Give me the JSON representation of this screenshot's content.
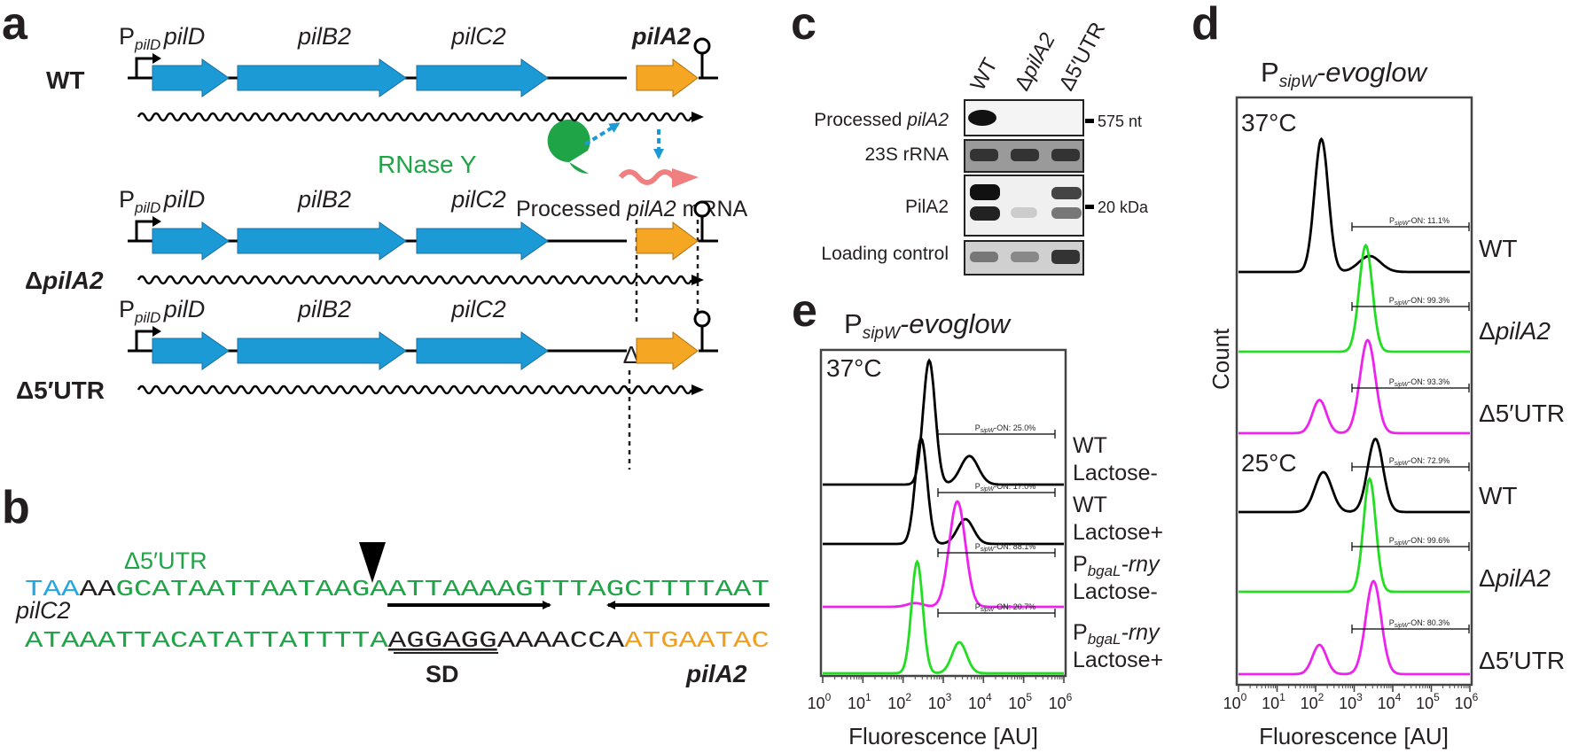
{
  "colors": {
    "gene": "#1b9ad6",
    "pilA2_gene": "#f5a623",
    "green": "#1fa447",
    "cyan": "#25a8e0",
    "orange": "#f0a020",
    "salmon": "#f08080",
    "wt_line": "#000000",
    "dpilA2_line": "#22dd22",
    "d5utr_line": "#ee22ee"
  },
  "panels": {
    "a": "a",
    "b": "b",
    "c": "c",
    "d": "d",
    "e": "e"
  },
  "panel_a": {
    "promoter_main": "P",
    "promoter_sub": "pilD",
    "genes": [
      "pilD",
      "pilB2",
      "pilC2",
      "pilA2"
    ],
    "strains": [
      "WT",
      "ΔpilA2",
      "Δ5′UTR"
    ],
    "strain_pilA2_main": "Δ",
    "strain_pilA2_italic": "pilA2",
    "rnase": "RNase Y",
    "processed_prefix": "Processed ",
    "processed_italic": "pilA2",
    "processed_suffix": " mRNA",
    "delta": "Δ"
  },
  "panel_b": {
    "utr_label": "Δ5′UTR",
    "line1_cyan": "TAA",
    "line1_black": "AA",
    "line1_green": "GCATAATTAATAAGAATTAAAAGTTTAGCTTTTAAT",
    "gene_left": "pilC2",
    "line2_green": "ATAAATTACATATTATTTTA",
    "line2_sd": "AGGAGG",
    "line2_black": "AAAACCA",
    "line2_orange": "ATGAATAC",
    "sd_label": "SD",
    "gene_right": "pilA2"
  },
  "panel_c": {
    "lanes": [
      "WT",
      "ΔpilA2",
      "Δ5′UTR"
    ],
    "rows": [
      {
        "label_prefix": "Processed ",
        "label_italic": "pilA2",
        "marker": "575 nt"
      },
      {
        "label_prefix": "23S rRNA",
        "label_italic": "",
        "marker": ""
      },
      {
        "label_prefix": "PilA2",
        "label_italic": "",
        "marker": "20 kDa"
      },
      {
        "label_prefix": "Loading control",
        "label_italic": "",
        "marker": ""
      }
    ]
  },
  "chart_data": [
    {
      "panel": "d",
      "type": "line",
      "title_main": "P",
      "title_sub": "sipW",
      "title_suffix": "-evoglow",
      "xlabel": "Fluorescence [AU]",
      "ylabel": "Count",
      "x_scale": "log",
      "xlim": [
        1,
        1000000
      ],
      "x_ticks": [
        {
          "base": "10",
          "exp": "0"
        },
        {
          "base": "10",
          "exp": "1"
        },
        {
          "base": "10",
          "exp": "2"
        },
        {
          "base": "10",
          "exp": "3"
        },
        {
          "base": "10",
          "exp": "4"
        },
        {
          "base": "10",
          "exp": "5"
        },
        {
          "base": "10",
          "exp": "6"
        }
      ],
      "temperature_labels": [
        "37°C",
        "25°C"
      ],
      "gate_prefix": "P",
      "gate_sub": "sipW",
      "gate_suffix": "-ON: ",
      "series": [
        {
          "name": "WT",
          "temp": "37°C",
          "gate": "11.1%",
          "color": "#000000",
          "peaks": [
            {
              "center": 2.15,
              "width": 0.18,
              "height": 1.0
            },
            {
              "center": 3.4,
              "width": 0.28,
              "height": 0.12
            }
          ]
        },
        {
          "name": "ΔpilA2",
          "temp": "37°C",
          "gate": "99.3%",
          "color": "#22dd22",
          "peaks": [
            {
              "center": 3.3,
              "width": 0.17,
              "height": 0.8
            }
          ]
        },
        {
          "name": "Δ5′UTR",
          "temp": "37°C",
          "gate": "93.3%",
          "color": "#ee22ee",
          "peaks": [
            {
              "center": 2.1,
              "width": 0.18,
              "height": 0.25
            },
            {
              "center": 3.35,
              "width": 0.2,
              "height": 0.7
            }
          ]
        },
        {
          "name": "WT",
          "temp": "25°C",
          "gate": "72.9%",
          "color": "#000000",
          "peaks": [
            {
              "center": 2.2,
              "width": 0.22,
              "height": 0.3
            },
            {
              "center": 3.55,
              "width": 0.2,
              "height": 0.55
            }
          ]
        },
        {
          "name": "ΔpilA2",
          "temp": "25°C",
          "gate": "99.6%",
          "color": "#22dd22",
          "peaks": [
            {
              "center": 3.4,
              "width": 0.16,
              "height": 0.85
            }
          ]
        },
        {
          "name": "Δ5′UTR",
          "temp": "25°C",
          "gate": "80.3%",
          "color": "#ee22ee",
          "peaks": [
            {
              "center": 2.1,
              "width": 0.18,
              "height": 0.22
            },
            {
              "center": 3.5,
              "width": 0.2,
              "height": 0.7
            }
          ]
        }
      ],
      "row_labels": [
        {
          "main": "WT",
          "italic": ""
        },
        {
          "main": "Δ",
          "italic": "pilA2"
        },
        {
          "main": "Δ5′UTR",
          "italic": ""
        },
        {
          "main": "WT",
          "italic": ""
        },
        {
          "main": "Δ",
          "italic": "pilA2"
        },
        {
          "main": "Δ5′UTR",
          "italic": ""
        }
      ]
    },
    {
      "panel": "e",
      "type": "line",
      "title_main": "P",
      "title_sub": "sipW",
      "title_suffix": "-evoglow",
      "xlabel": "Fluorescence [AU]",
      "x_scale": "log",
      "xlim": [
        1,
        1000000
      ],
      "x_ticks": [
        {
          "base": "10",
          "exp": "0"
        },
        {
          "base": "10",
          "exp": "1"
        },
        {
          "base": "10",
          "exp": "2"
        },
        {
          "base": "10",
          "exp": "3"
        },
        {
          "base": "10",
          "exp": "4"
        },
        {
          "base": "10",
          "exp": "5"
        },
        {
          "base": "10",
          "exp": "6"
        }
      ],
      "temperature_label": "37°C",
      "gate_prefix": "P",
      "gate_sub": "sipW",
      "gate_suffix": "-ON: ",
      "series": [
        {
          "gate": "25.0%",
          "color": "#000000",
          "peaks": [
            {
              "center": 2.65,
              "width": 0.15,
              "height": 1.0
            },
            {
              "center": 3.65,
              "width": 0.22,
              "height": 0.23
            }
          ]
        },
        {
          "gate": "17.0%",
          "color": "#000000",
          "peaks": [
            {
              "center": 2.45,
              "width": 0.15,
              "height": 0.85
            },
            {
              "center": 3.55,
              "width": 0.2,
              "height": 0.2
            }
          ]
        },
        {
          "gate": "88.1%",
          "color": "#ee22ee",
          "peaks": [
            {
              "center": 3.35,
              "width": 0.2,
              "height": 0.85
            },
            {
              "center": 2.3,
              "width": 0.2,
              "height": 0.03
            }
          ]
        },
        {
          "gate": "20.7%",
          "color": "#22dd22",
          "peaks": [
            {
              "center": 2.35,
              "width": 0.14,
              "height": 0.9
            },
            {
              "center": 3.4,
              "width": 0.18,
              "height": 0.25
            }
          ]
        }
      ],
      "row_labels": [
        {
          "l1_main": "WT",
          "l1_sub": "",
          "l1_italic": "",
          "l2": "Lactose-"
        },
        {
          "l1_main": "WT",
          "l1_sub": "",
          "l1_italic": "",
          "l2": "Lactose+"
        },
        {
          "l1_main": "P",
          "l1_sub": "bgaL",
          "l1_italic": "-rny",
          "l2": "Lactose-"
        },
        {
          "l1_main": "P",
          "l1_sub": "bgaL",
          "l1_italic": "-rny",
          "l2": "Lactose+"
        }
      ]
    }
  ]
}
